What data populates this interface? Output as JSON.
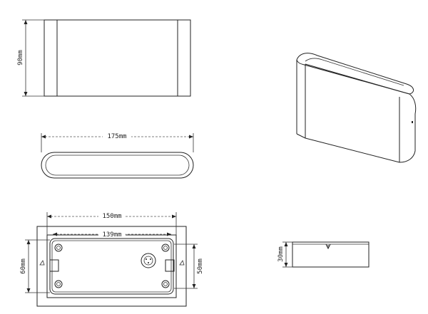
{
  "dimensions": {
    "height_front": "90mm",
    "width_top": "175mm",
    "base_width": "150mm",
    "hole_spacing": "139mm",
    "base_height": "60mm",
    "inner_height": "50mm",
    "depth_side": "30mm"
  },
  "colors": {
    "line": "#222222",
    "background": "#ffffff"
  }
}
